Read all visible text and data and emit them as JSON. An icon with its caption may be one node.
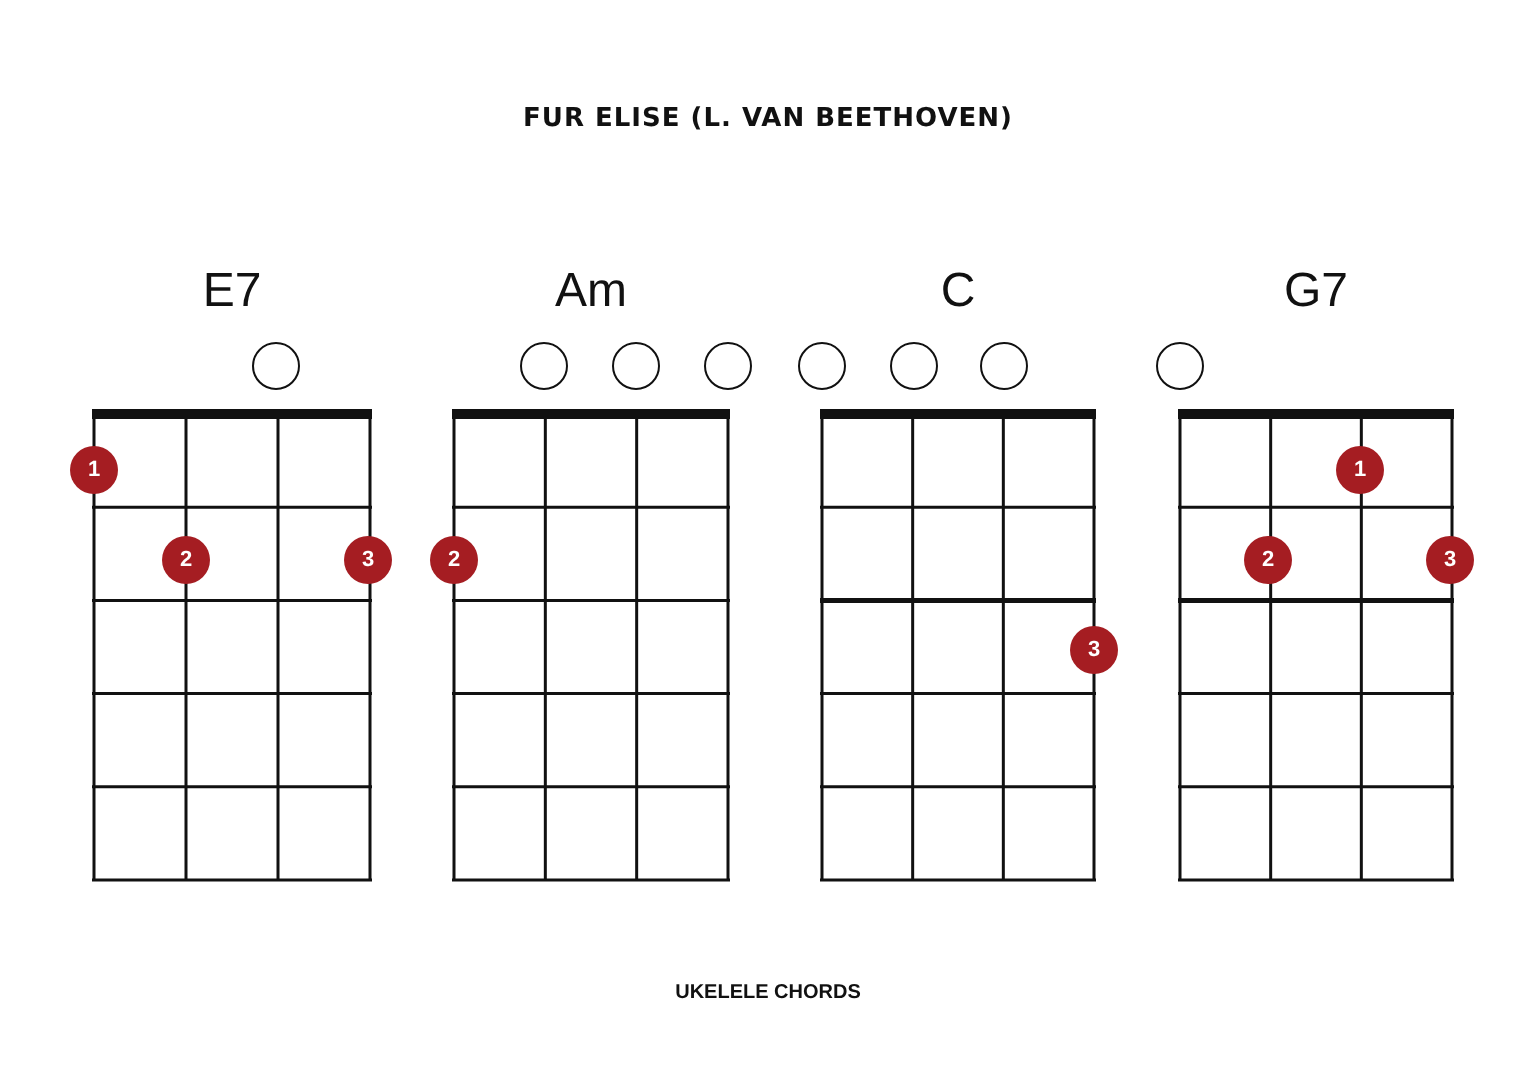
{
  "diagram": {
    "title": "FUR ELISE (L. VAN BEETHOVEN)",
    "caption": "UKELELE CHORDS",
    "nodes": [
      {
        "text": [
          "E7"
        ]
      },
      {
        "text": [],
        "shape": "circle",
        "in": 0
      },
      {
        "text": [
          "1"
        ]
      },
      {
        "text": [
          "2"
        ],
        "in": 0
      },
      {
        "text": [
          "3"
        ]
      },
      {
        "text": [
          "Am"
        ]
      },
      {
        "text": [],
        "shape": "circle",
        "in": 5
      },
      {
        "text": [],
        "shape": "circle",
        "in": 5
      },
      {
        "text": [],
        "shape": "circle"
      },
      {
        "text": [
          "2"
        ]
      },
      {
        "text": [
          "C"
        ]
      },
      {
        "text": [],
        "shape": "circle"
      },
      {
        "text": [],
        "shape": "circle",
        "in": 10
      },
      {
        "text": [],
        "shape": "circle",
        "in": 10
      },
      {
        "text": [
          "3"
        ]
      },
      {
        "text": [
          "G7"
        ]
      },
      {
        "text": [],
        "shape": "circle"
      },
      {
        "text": [
          "1"
        ],
        "in": 15
      },
      {
        "text": [
          "2"
        ],
        "in": 15
      },
      {
        "text": [
          "3"
        ]
      }
    ]
  }
}
